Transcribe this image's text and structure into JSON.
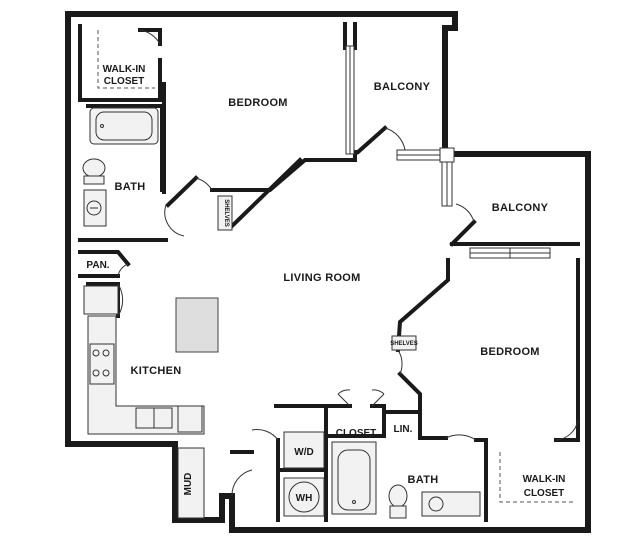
{
  "rooms": {
    "bedroom_top": "BEDROOM",
    "balcony_top": "BALCONY",
    "walkin_top_line1": "WALK-IN",
    "walkin_top_line2": "CLOSET",
    "bath_left": "BATH",
    "shelves_top": "SHELVES",
    "balcony_right": "BALCONY",
    "pantry": "PAN.",
    "living_room": "LIVING ROOM",
    "kitchen": "KITCHEN",
    "shelves_right": "SHELVES",
    "bedroom_right": "BEDROOM",
    "closet": "CLOSET",
    "linen": "LIN.",
    "washer_dryer": "W/D",
    "water_heater": "WH",
    "mud": "MUD",
    "bath_bottom": "BATH",
    "walkin_bottom_line1": "WALK-IN",
    "walkin_bottom_line2": "CLOSET"
  }
}
